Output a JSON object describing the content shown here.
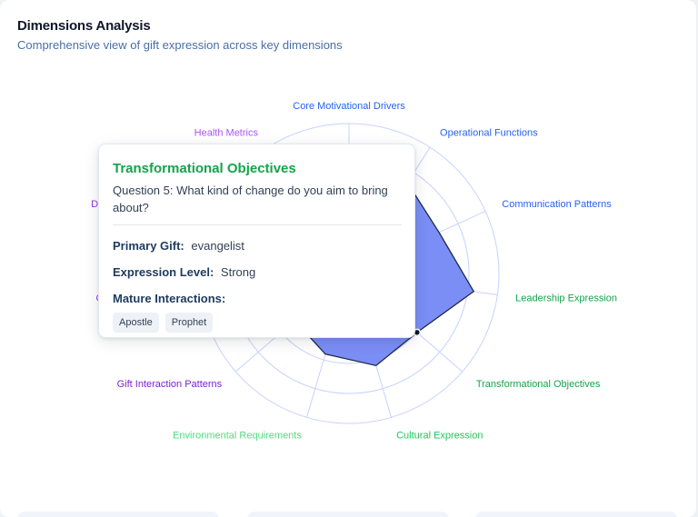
{
  "header": {
    "title": "Dimensions Analysis",
    "subtitle": "Comprehensive view of gift expression across key dimensions"
  },
  "chart_data": {
    "type": "radar",
    "rlim": [
      0,
      5
    ],
    "grid": true,
    "categories": [
      {
        "label": "Core Motivational Drivers",
        "color": "#2563eb"
      },
      {
        "label": "Operational Functions",
        "color": "#2563eb"
      },
      {
        "label": "Communication Patterns",
        "color": "#2563eb"
      },
      {
        "label": "Leadership Expression",
        "color": "#16a34a"
      },
      {
        "label": "Transformational Objectives",
        "color": "#16a34a"
      },
      {
        "label": "Cultural Expression",
        "color": "#22c55e"
      },
      {
        "label": "Environmental Requirements",
        "color": "#4ade80"
      },
      {
        "label": "Gift Interaction Patterns",
        "color": "#7e22ce"
      },
      {
        "label": "Outcome Indicators",
        "color": "#9333ea"
      },
      {
        "label": "Development Pathways",
        "color": "#9333ea"
      },
      {
        "label": "Health Metrics",
        "color": "#a855f7"
      }
    ],
    "series": [
      {
        "values": [
          3.4,
          3.6,
          3.3,
          4.2,
          3.0,
          3.2,
          2.8,
          2.4,
          2.7,
          2.9,
          3.1
        ],
        "fill": "#7b8ef5",
        "stroke": "#1e2a4a"
      }
    ],
    "highlight_index": 4
  },
  "tooltip": {
    "title": "Transformational Objectives",
    "question": "Question 5: What kind of change do you aim to bring about?",
    "primary_gift_label": "Primary Gift:",
    "primary_gift_value": "evangelist",
    "expression_label": "Expression Level:",
    "expression_value": "Strong",
    "mature_label": "Mature Interactions:",
    "mature_items": [
      "Apostle",
      "Prophet"
    ]
  }
}
